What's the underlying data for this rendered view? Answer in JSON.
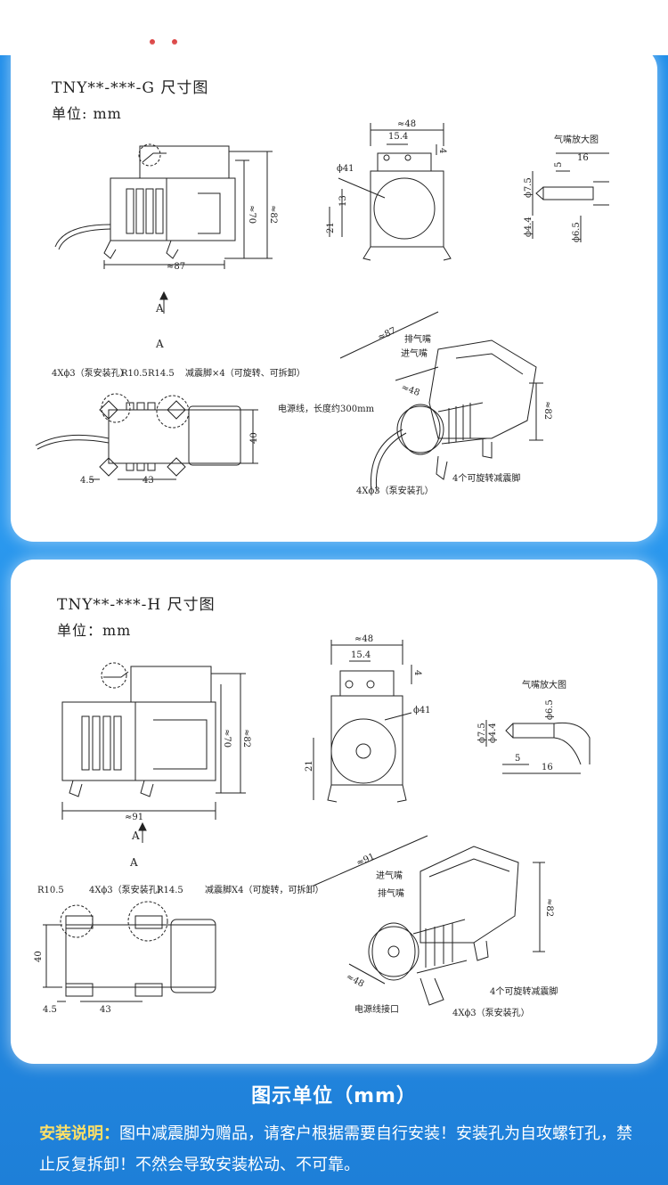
{
  "header": {
    "dot_color": "#d62a2a"
  },
  "section_g": {
    "title": "TNY**-***-G 尺寸图",
    "unit": "单位: mm",
    "side_view": {
      "width": "≈87",
      "height_total": "≈82",
      "height_body": "≈70",
      "view_label": "A"
    },
    "front_view": {
      "width": "≈48",
      "spacing": "15.4",
      "top": "4",
      "diameter": "ϕ41",
      "dim_13": "13",
      "dim_21": "21"
    },
    "nozzle": {
      "title": "气嘴放大图",
      "length": "16",
      "tip": "5",
      "d1": "ϕ7.5",
      "d2": "ϕ4.4",
      "d3": "ϕ6.5"
    },
    "bottom_view": {
      "view_label": "A",
      "holes": "4Xϕ3（泵安装孔）",
      "r1": "R10.5",
      "r2": "R14.5",
      "feet": "减震脚×4（可旋转、可拆卸）",
      "height": "40",
      "offset": "4.5",
      "spacing": "43"
    },
    "iso_view": {
      "length": "≈87",
      "exhaust": "排气嘴",
      "intake": "进气嘴",
      "diameter": "≈48",
      "height": "≈82",
      "cable": "电源线，长度约300mm",
      "feet": "4个可旋转减震脚",
      "holes": "4Xϕ3（泵安装孔）"
    }
  },
  "section_h": {
    "title": "TNY**-***-H 尺寸图",
    "unit": "单位：mm",
    "side_view": {
      "width": "≈91",
      "height_total": "≈82",
      "height_body": "≈70",
      "view_label": "A"
    },
    "front_view": {
      "width": "≈48",
      "spacing": "15.4",
      "top": "4",
      "diameter": "ϕ41",
      "dim_21": "21"
    },
    "nozzle": {
      "title": "气嘴放大图",
      "length": "16",
      "tip": "5",
      "d1": "ϕ7.5",
      "d2": "ϕ4.4",
      "d3": "ϕ6.5"
    },
    "bottom_view": {
      "r1": "R10.5",
      "holes": "4Xϕ3（泵安装孔）",
      "r2": "R14.5",
      "feet": "减震脚X4（可旋转，可拆卸）",
      "height": "40",
      "offset": "4.5",
      "spacing": "43"
    },
    "iso_view": {
      "length": "≈91",
      "intake": "进气嘴",
      "exhaust": "排气嘴",
      "diameter": "≈48",
      "height": "≈82",
      "feet": "4个可旋转减震脚",
      "power_port": "电源线接口",
      "holes": "4Xϕ3（泵安装孔）"
    }
  },
  "footer": {
    "title": "图示单位（mm）",
    "note_lead": "安装说明：",
    "note_text": "图中减震脚为赠品，请客户根据需要自行安装！安装孔为自攻螺钉孔，禁止反复拆卸！不然会导致安装松动、不可靠。"
  }
}
